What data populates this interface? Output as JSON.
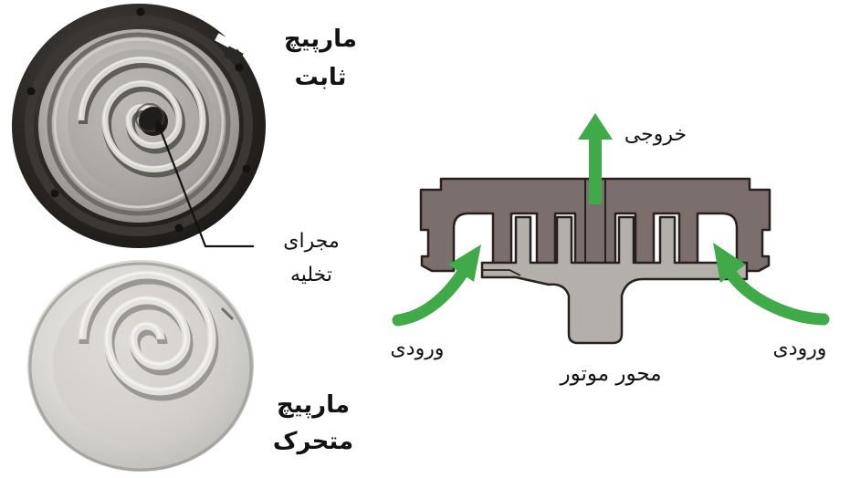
{
  "figure": {
    "fixed_scroll": {
      "line1": "مارپیچ",
      "line2": "ثابت"
    },
    "moving_scroll": {
      "line1": "مارپیچ",
      "line2": "متحرک"
    },
    "discharge_port": {
      "line1": "مجرای",
      "line2": "تخلیه"
    },
    "diagram": {
      "outlet": "خروجی",
      "inlet_left": "ورودی",
      "inlet_right": "ورودی",
      "motor_shaft": "محور موتور",
      "colors": {
        "fixed_scroll_fill": "#7b6f6d",
        "moving_scroll_fill": "#b3afab",
        "outline": "#26211f",
        "arrow_green": "#3faa47",
        "text": "#121212"
      }
    }
  }
}
